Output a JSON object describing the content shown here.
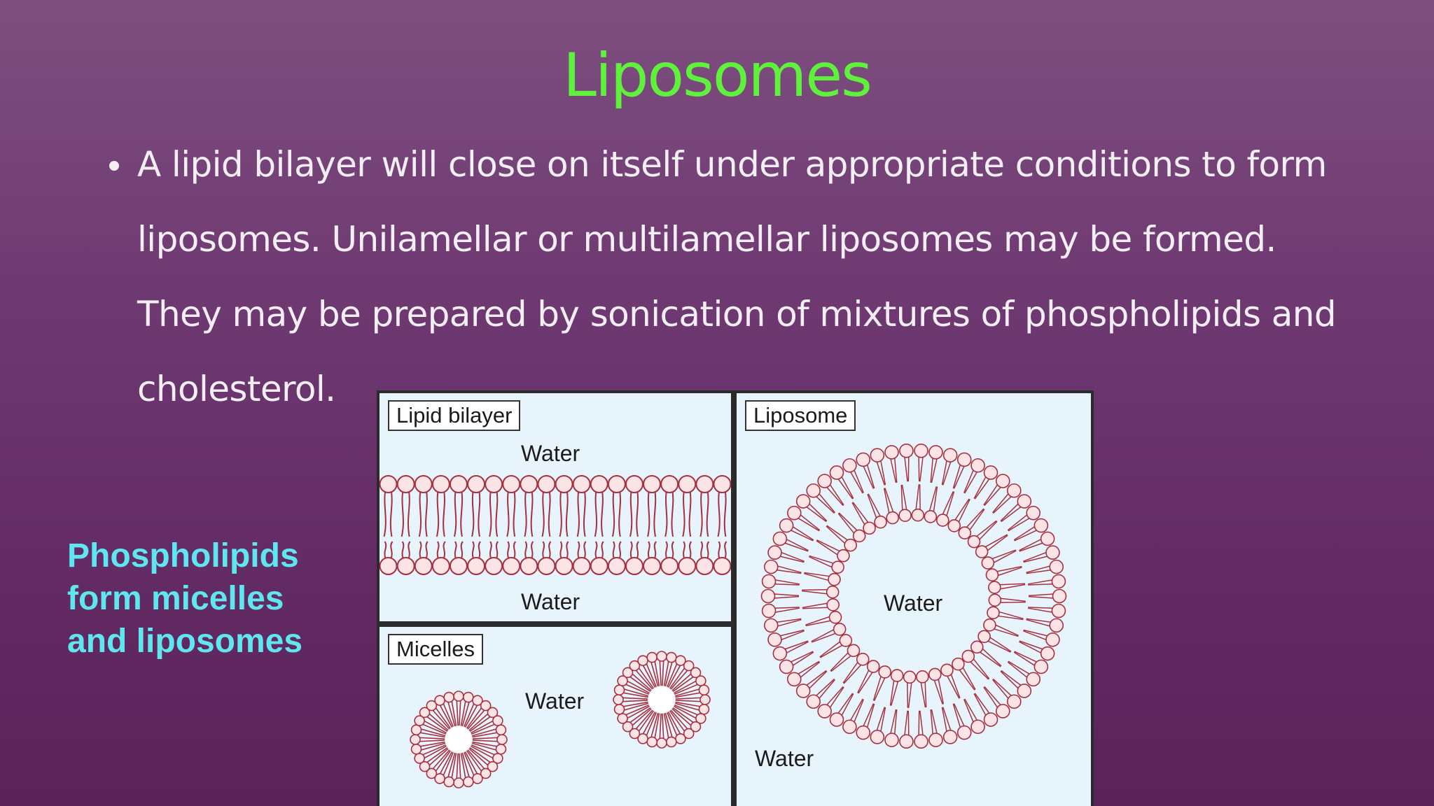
{
  "slide": {
    "title": "Liposomes",
    "bullet_lines": [
      "A lipid bilayer will close on itself under appropriate conditions to form",
      "liposomes. Unilamellar or multilamellar liposomes may be formed.",
      "They may be prepared by sonication of mixtures of phospholipids and",
      "cholesterol."
    ],
    "side_note": [
      "Phospholipids",
      "form micelles",
      "and liposomes"
    ]
  },
  "figure": {
    "bilayer": {
      "label": "Lipid bilayer",
      "water_top": "Water",
      "water_bottom": "Water"
    },
    "micelles": {
      "label": "Micelles",
      "water": "Water"
    },
    "liposome": {
      "label": "Liposome",
      "water_inside": "Water",
      "water_outside": "Water"
    }
  },
  "colors": {
    "title": "#5ff23c",
    "side_note": "#5fe6ee",
    "lipid_stroke": "#a53040",
    "lipid_head_fill": "#fbe3e6",
    "panel_water": "#e8f4fb"
  }
}
